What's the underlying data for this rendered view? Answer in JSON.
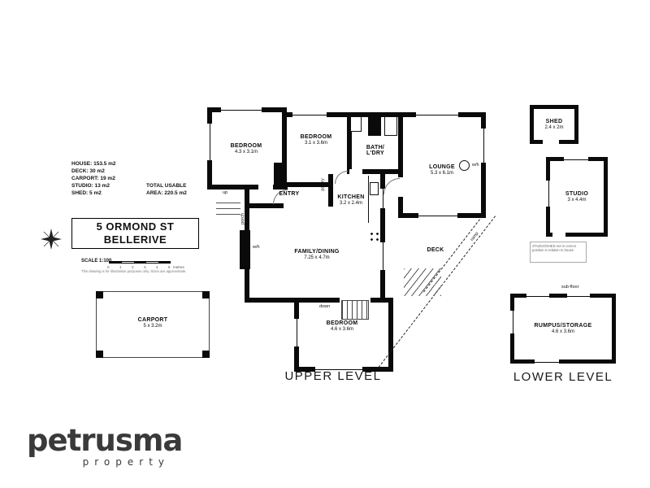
{
  "stats": {
    "house": "HOUSE: 153.5 m2",
    "deck": "DECK: 30 m2",
    "carport": "CARPORT: 19 m2",
    "studio": "STUDIO: 13 m2",
    "shed": "SHED: 5 m2",
    "total1": "TOTAL USABLE",
    "total2": "AREA: 220.5 m2"
  },
  "address": {
    "line1": "5 ORMOND ST",
    "line2": "BELLERIVE"
  },
  "scale": {
    "label": "SCALE 1:100",
    "ticks": [
      "0",
      "1",
      "2",
      "3",
      "4",
      "5"
    ],
    "unit": "metres",
    "note": "This drawing is for illustration purposes only. Sizes are approximate."
  },
  "levels": {
    "upper": "UPPER LEVEL",
    "lower": "LOWER LEVEL"
  },
  "rooms": {
    "bedroom1": {
      "name": "BEDROOM",
      "dims": "4.3 x 3.1m"
    },
    "bedroom2": {
      "name": "BEDROOM",
      "dims": "3.1 x 3.6m"
    },
    "bath": {
      "name": "BATH/",
      "name2": "L'DRY"
    },
    "lounge": {
      "name": "LOUNGE",
      "dims": "5.3 x 6.1m"
    },
    "entry": {
      "name": "ENTRY"
    },
    "kitchen": {
      "name": "KITCHEN",
      "dims": "3.2 x 2.4m"
    },
    "family": {
      "name": "FAMILY/DINING",
      "dims": "7.25 x 4.7m"
    },
    "deck": {
      "name": "DECK"
    },
    "bedroom3": {
      "name": "BEDROOM",
      "dims": "4.6 x 3.6m"
    },
    "carport": {
      "name": "CARPORT",
      "dims": "5 x 3.2m"
    },
    "shed": {
      "name": "SHED",
      "dims": "2.4 x 2m"
    },
    "studio": {
      "name": "STUDIO",
      "dims": "3 x 4.4m"
    },
    "rumpus": {
      "name": "RUMPUS/STORAGE",
      "dims": "4.6 x 3.6m"
    }
  },
  "annotations": {
    "up": "up",
    "down": "down",
    "pantry": "pantry",
    "porch": "porch",
    "wh": "w/h",
    "ramp": "ramp",
    "subfloor": "sub-floor"
  },
  "note_box": "STUDIO/SHED not in correct position in relation to house",
  "logo": {
    "name": "petrusma",
    "tagline": "property"
  }
}
